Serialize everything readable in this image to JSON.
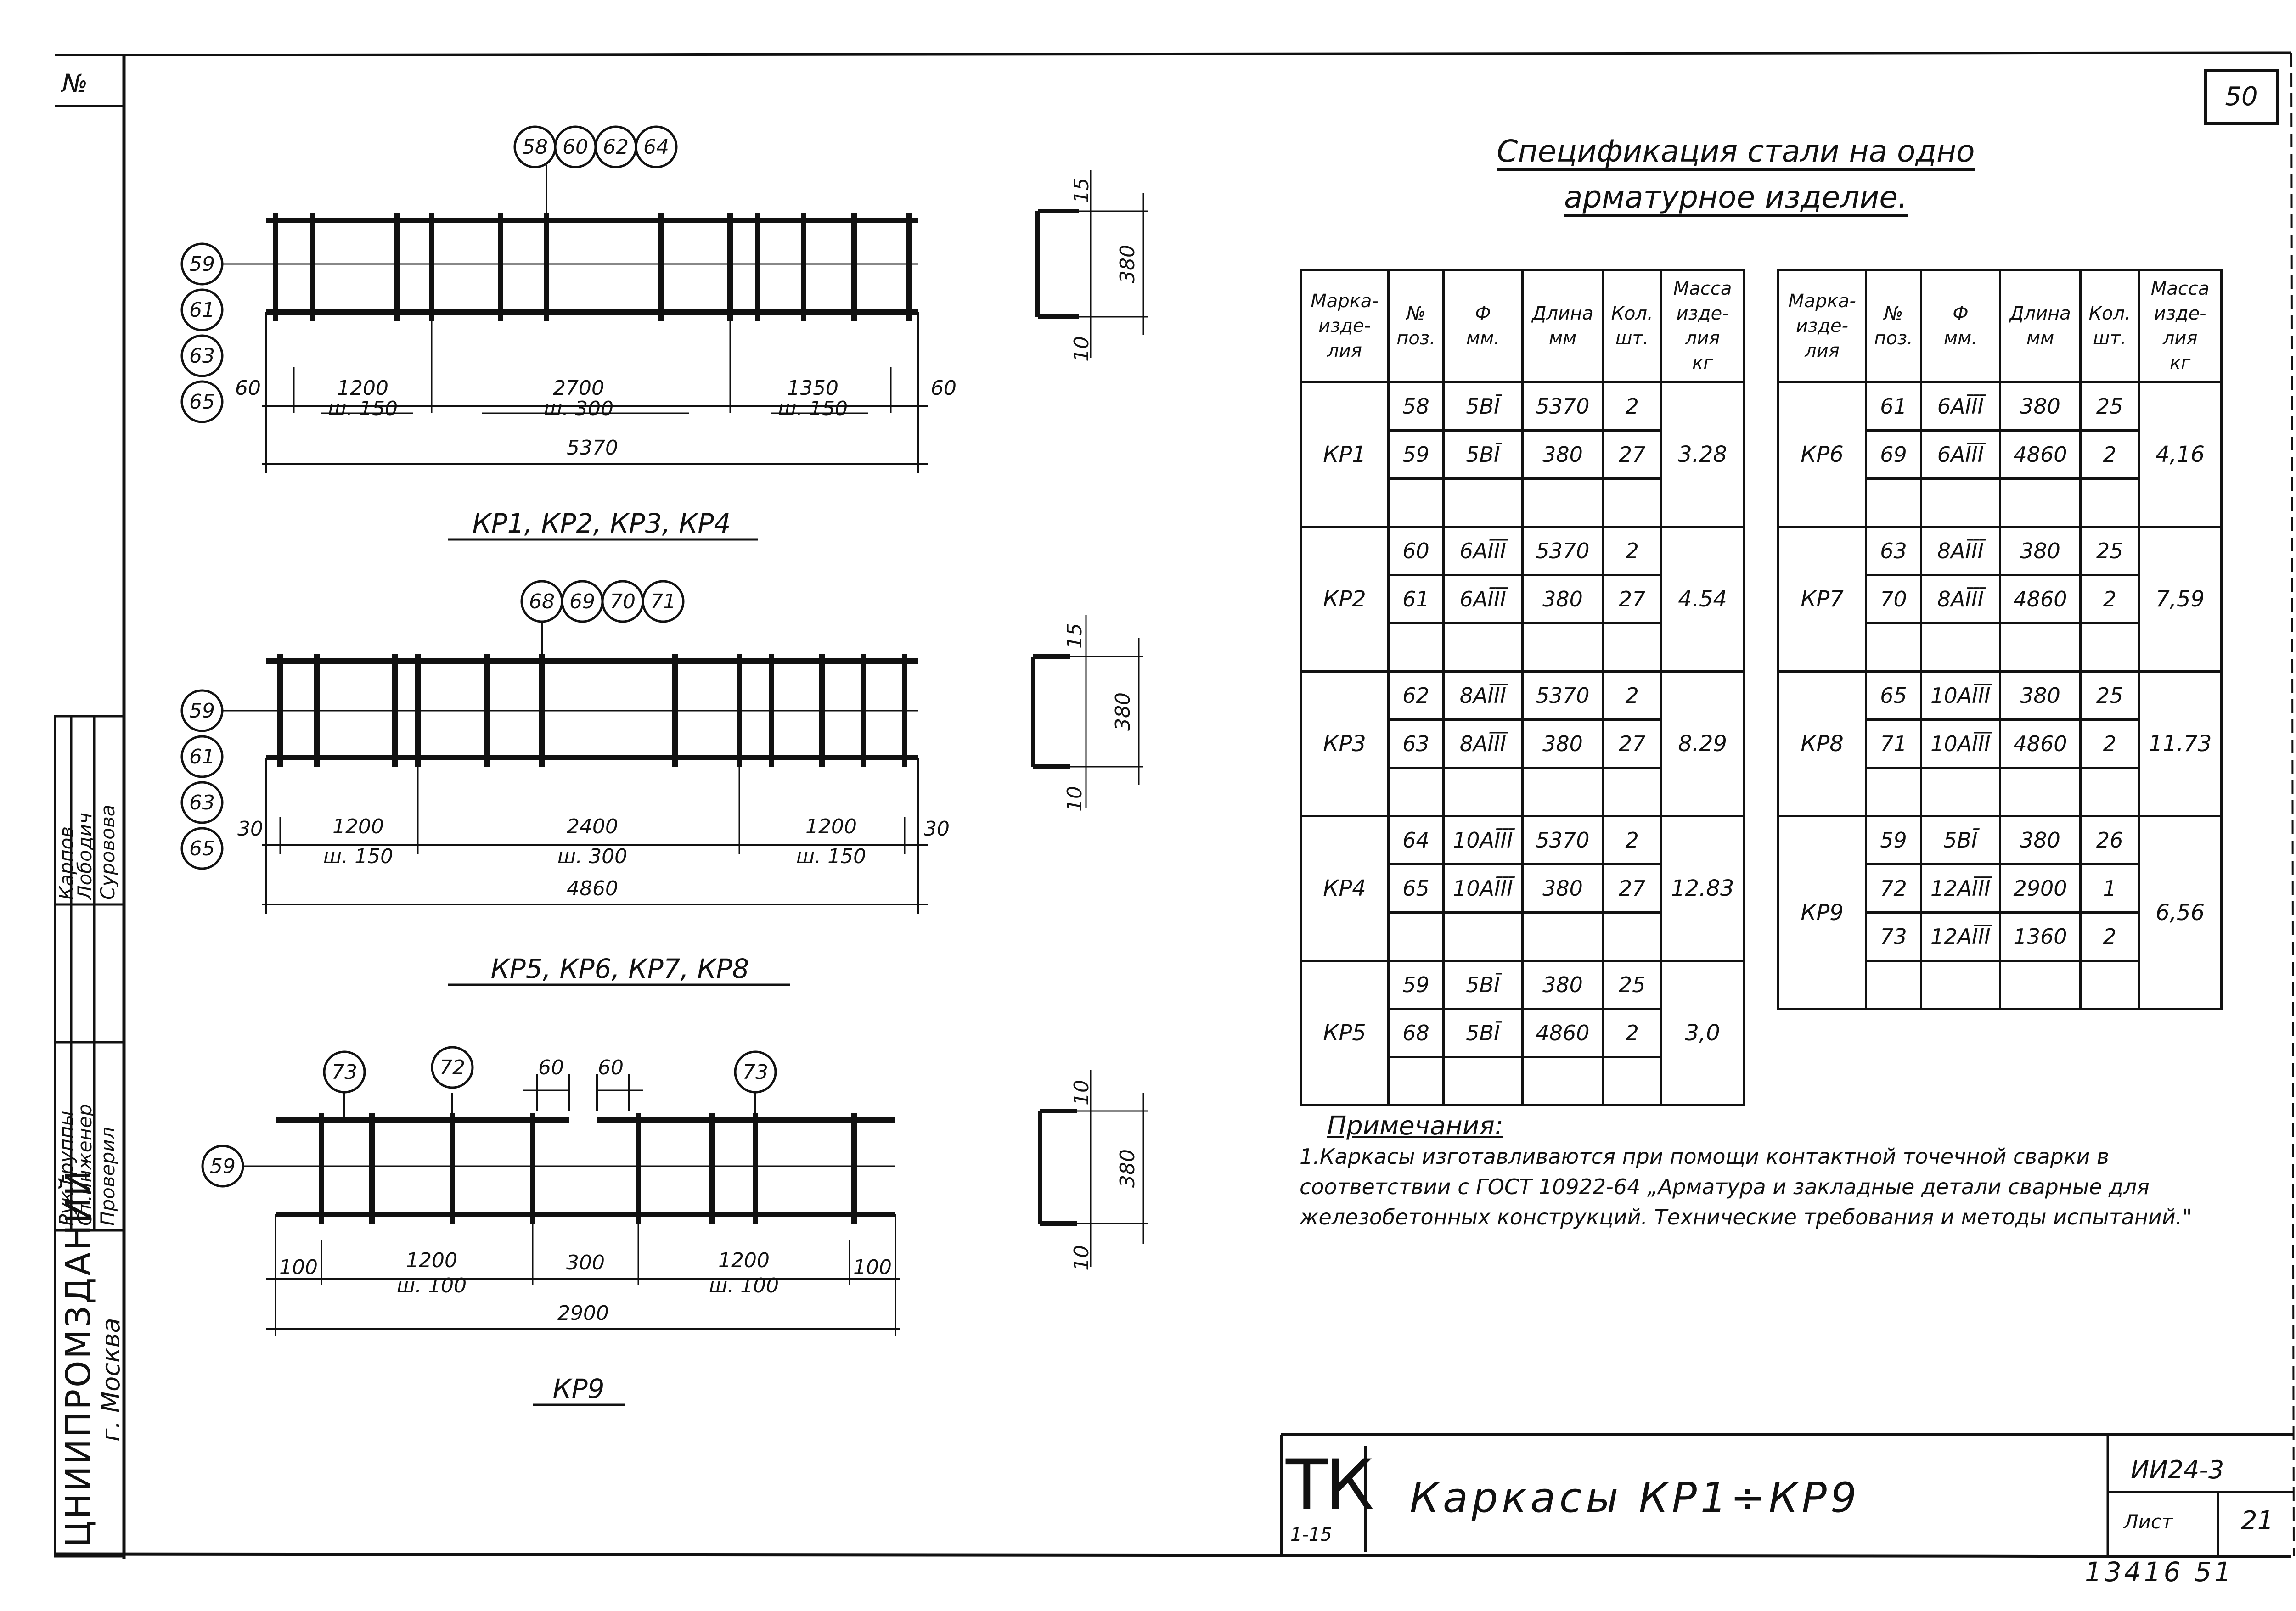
{
  "sheet_number": "50",
  "corner_label": "№",
  "spec_title": [
    "Спецификация стали на одно",
    "арматурное изделие."
  ],
  "table_headers": {
    "mark": [
      "Марка-",
      "изде-",
      "лия"
    ],
    "pos": [
      "№",
      "поз."
    ],
    "dia": [
      "Ф",
      "мм."
    ],
    "len": [
      "Длина",
      "мм"
    ],
    "qty": [
      "Кол.",
      "шт."
    ],
    "mass": [
      "Масса",
      "изде-",
      "лия",
      "кг"
    ]
  },
  "table_left": [
    {
      "mark": "КР1",
      "rows": [
        [
          "58",
          "5BĪ",
          "5370",
          "2"
        ],
        [
          "59",
          "5BĪ",
          "380",
          "27"
        ]
      ],
      "mass": "3.28"
    },
    {
      "mark": "КР2",
      "rows": [
        [
          "60",
          "6AĪĪĪ",
          "5370",
          "2"
        ],
        [
          "61",
          "6AĪĪĪ",
          "380",
          "27"
        ]
      ],
      "mass": "4.54"
    },
    {
      "mark": "КР3",
      "rows": [
        [
          "62",
          "8AĪĪĪ",
          "5370",
          "2"
        ],
        [
          "63",
          "8AĪĪĪ",
          "380",
          "27"
        ]
      ],
      "mass": "8.29"
    },
    {
      "mark": "КР4",
      "rows": [
        [
          "64",
          "10AĪĪĪ",
          "5370",
          "2"
        ],
        [
          "65",
          "10AĪĪĪ",
          "380",
          "27"
        ]
      ],
      "mass": "12.83"
    },
    {
      "mark": "КР5",
      "rows": [
        [
          "59",
          "5BĪ",
          "380",
          "25"
        ],
        [
          "68",
          "5BĪ",
          "4860",
          "2"
        ]
      ],
      "mass": "3,0"
    }
  ],
  "table_right": [
    {
      "mark": "КР6",
      "rows": [
        [
          "61",
          "6AĪĪĪ",
          "380",
          "25"
        ],
        [
          "69",
          "6AĪĪĪ",
          "4860",
          "2"
        ]
      ],
      "mass": "4,16"
    },
    {
      "mark": "КР7",
      "rows": [
        [
          "63",
          "8AĪĪĪ",
          "380",
          "25"
        ],
        [
          "70",
          "8AĪĪĪ",
          "4860",
          "2"
        ]
      ],
      "mass": "7,59"
    },
    {
      "mark": "КР8",
      "rows": [
        [
          "65",
          "10AĪĪĪ",
          "380",
          "25"
        ],
        [
          "71",
          "10AĪĪĪ",
          "4860",
          "2"
        ]
      ],
      "mass": "11.73"
    },
    {
      "mark": "КР9",
      "rows": [
        [
          "59",
          "5BĪ",
          "380",
          "26"
        ],
        [
          "72",
          "12AĪĪĪ",
          "2900",
          "1"
        ],
        [
          "73",
          "12AĪĪĪ",
          "1360",
          "2"
        ]
      ],
      "mass": "6,56"
    }
  ],
  "frame1": {
    "top_bubbles": [
      "58",
      "60",
      "62",
      "64"
    ],
    "left_bubbles": [
      "59",
      "61",
      "63",
      "65"
    ],
    "end_dims": [
      "60",
      "60"
    ],
    "spans": [
      [
        "1200",
        "ш. 150"
      ],
      [
        "2700",
        "ш. 300"
      ],
      [
        "1350",
        "ш. 150"
      ]
    ],
    "total": "5370",
    "label": "КР1, КР2, КР3, КР4",
    "section_dims": [
      "15",
      "380",
      "10"
    ]
  },
  "frame2": {
    "top_bubbles": [
      "68",
      "69",
      "70",
      "71"
    ],
    "left_bubbles": [
      "59",
      "61",
      "63",
      "65"
    ],
    "end_dims": [
      "30",
      "30"
    ],
    "spans": [
      [
        "1200",
        "ш. 150"
      ],
      [
        "2400",
        "ш. 300"
      ],
      [
        "1200",
        "ш. 150"
      ]
    ],
    "total": "4860",
    "label": "КР5, КР6, КР7, КР8",
    "section_dims": [
      "15",
      "380",
      "10"
    ]
  },
  "frame3": {
    "top_bubbles": [
      "73",
      "72",
      "73"
    ],
    "left_bubbles": [
      "59"
    ],
    "gap_dims": [
      "60",
      "60"
    ],
    "spans": [
      [
        "100",
        ""
      ],
      [
        "1200",
        "ш. 100"
      ],
      [
        "300",
        ""
      ],
      [
        "1200",
        "ш. 100"
      ],
      [
        "100",
        ""
      ]
    ],
    "total": "2900",
    "label": "КР9",
    "section_dims": [
      "10",
      "380",
      "10"
    ]
  },
  "notes": {
    "title": "Примечания:",
    "text": "1.Каркасы изготавливаются при помощи контактной точечной сварки в соответствии с ГОСТ 10922-64 „Арматура и закладные детали сварные для железобетонных конструкций. Технические требования и методы испытаний.\""
  },
  "stamp": {
    "tk": "ТК",
    "tk_sub": "1-15",
    "title": "Каркасы КР1÷КР9",
    "code": "ИИ24-3",
    "sheet_label": "Лист",
    "sheet_val": "21",
    "footer": "13416   51"
  },
  "side_block": {
    "org": "ЦНИИПРОМЗДАНИЙ",
    "city": "г. Москва",
    "roles": [
      "Рук.группы",
      "Ст.инженер",
      "Проверил"
    ],
    "names": [
      "Карпов",
      "Лободич",
      "Суровова"
    ]
  }
}
